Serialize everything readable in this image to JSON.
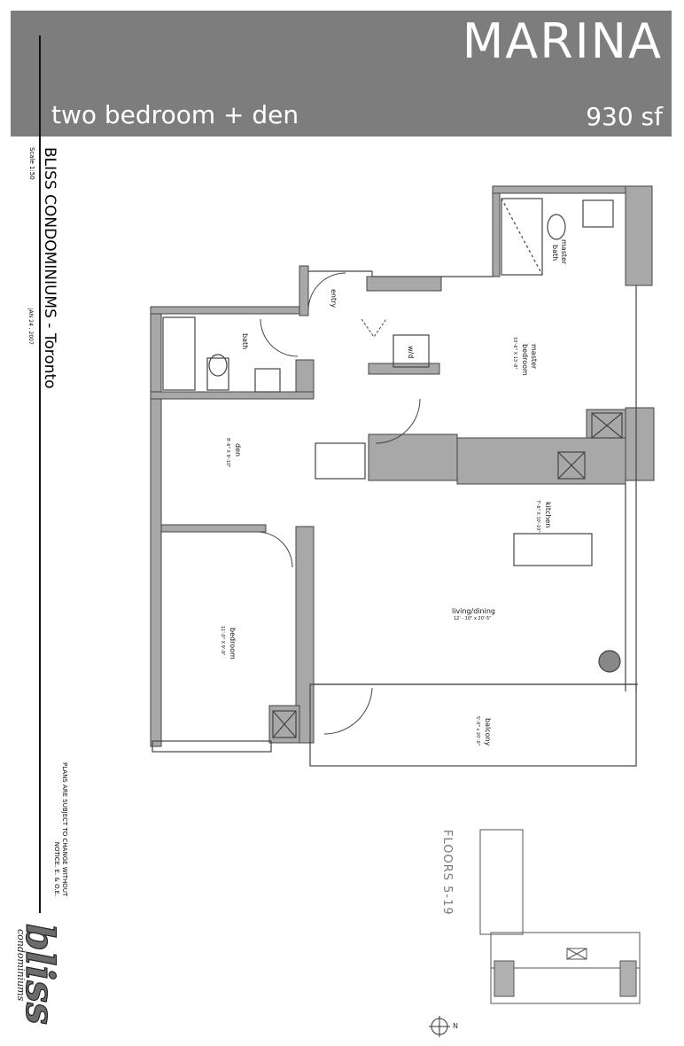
{
  "header": {
    "title": "MARINA",
    "subtitle": "two bedroom + den",
    "area": "930 sf"
  },
  "sidebar": {
    "project": "BLISS CONDOMINIUMS  - Toronto",
    "scale": "Scale 1:50",
    "date": "JAN 24 , 2007",
    "disclaimer_line1": "PLANS ARE SUBJECT TO CHANGE WITHOUT",
    "disclaimer_line2": "NOTICE. E. & O.E.",
    "logo_text": "bliss",
    "logo_subtext": "condominiums"
  },
  "rooms": {
    "entry": "entry",
    "bath": "bath",
    "wd": "w/d",
    "master_bath_1": "master",
    "master_bath_2": "bath",
    "master_bedroom_1": "master",
    "master_bedroom_2": "bedroom",
    "master_bedroom_dim": "10'-6\" X 13'-8\"",
    "den": "den",
    "den_dim": "8'-6\" X 9'-10\"",
    "kitchen": "kitchen",
    "kitchen_dim": "7'-6\" X 10'-10\"",
    "living": "living/dining",
    "living_dim": "12' - 10\" x 20'-5\"",
    "bedroom": "bedroom",
    "bedroom_dim": "11'-0\" X 9'-9\"",
    "balcony": "balcony",
    "balcony_dim": "5'-0\" x 20'-0\""
  },
  "keyplan": {
    "floors": "FLOORS 5-19",
    "north": "N"
  },
  "colors": {
    "header_bg": "#7d7d7d",
    "header_text": "#ffffff",
    "wall_fill": "#a8a8a8"
  }
}
